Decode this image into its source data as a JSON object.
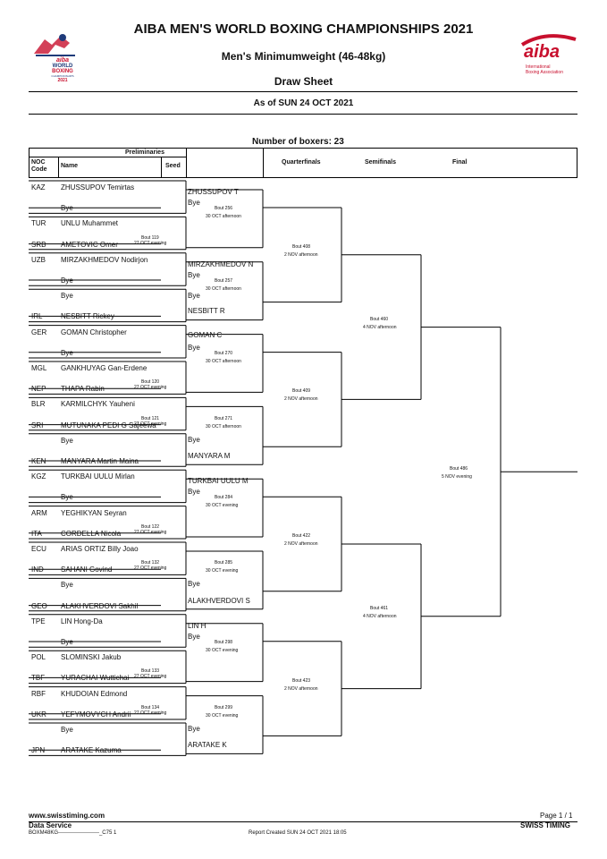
{
  "header": {
    "title": "AIBA MEN'S WORLD BOXING CHAMPIONSHIPS 2021",
    "subtitle": "Men's Minimumweight (46-48kg)",
    "sheet": "Draw Sheet",
    "as_of": "As of SUN 24 OCT 2021",
    "event_logo": {
      "line1": "aiba",
      "line2": "WORLD",
      "line3": "BOXING",
      "line4": "CHAMPIONSHIPS",
      "line5": "2021"
    },
    "aiba_logo": {
      "word": "aiba",
      "line1": "International",
      "line2": "Boxing Association"
    }
  },
  "summary": {
    "number_of_boxers": "Number of boxers: 23"
  },
  "columns": {
    "preliminaries": "Preliminaries",
    "noc_code": "NOC Code",
    "name": "Name",
    "seed": "Seed",
    "quarterfinals": "Quarterfinals",
    "semifinals": "Semifinals",
    "final": "Final"
  },
  "entries": [
    {
      "noc": "KAZ",
      "name": "ZHUSSUPOV Temirtas"
    },
    {
      "noc": "",
      "name": "Bye"
    },
    {
      "noc": "TUR",
      "name": "UNLU Muhammet"
    },
    {
      "noc": "SRB",
      "name": "AMETOVIC Omer"
    },
    {
      "noc": "UZB",
      "name": "MIRZAKHMEDOV Nodirjon"
    },
    {
      "noc": "",
      "name": "Bye"
    },
    {
      "noc": "",
      "name": "Bye"
    },
    {
      "noc": "IRL",
      "name": "NESBITT Rickey"
    },
    {
      "noc": "GER",
      "name": "GOMAN Christopher"
    },
    {
      "noc": "",
      "name": "Bye"
    },
    {
      "noc": "MGL",
      "name": "GANKHUYAG Gan-Erdene"
    },
    {
      "noc": "NEP",
      "name": "THAPA Rabin"
    },
    {
      "noc": "BLR",
      "name": "KARMILCHYK Yauheni"
    },
    {
      "noc": "SRI",
      "name": "MUTUNAKA PEDI G Sajeewa"
    },
    {
      "noc": "",
      "name": "Bye"
    },
    {
      "noc": "KEN",
      "name": "MANYARA Martin Maina"
    },
    {
      "noc": "KGZ",
      "name": "TURKBAI UULU Mirlan"
    },
    {
      "noc": "",
      "name": "Bye"
    },
    {
      "noc": "ARM",
      "name": "YEGHIKYAN Seyran"
    },
    {
      "noc": "ITA",
      "name": "CORDELLA Nicola"
    },
    {
      "noc": "ECU",
      "name": "ARIAS ORTIZ Billy Joao"
    },
    {
      "noc": "IND",
      "name": "SAHANI Govind"
    },
    {
      "noc": "",
      "name": "Bye"
    },
    {
      "noc": "GEO",
      "name": "ALAKHVERDOVI Sakhil"
    },
    {
      "noc": "TPE",
      "name": "LIN Hong-Da"
    },
    {
      "noc": "",
      "name": "Bye"
    },
    {
      "noc": "POL",
      "name": "SLOMINSKI Jakub"
    },
    {
      "noc": "TBF",
      "name": "YURACHAI Wuttichai"
    },
    {
      "noc": "RBF",
      "name": "KHUDOIAN Edmond"
    },
    {
      "noc": "UKR",
      "name": "YEFYMOVYCH Andrii"
    },
    {
      "noc": "",
      "name": "Bye"
    },
    {
      "noc": "JPN",
      "name": "ARATAKE Kazuma"
    }
  ],
  "prelim_bouts": [
    {
      "bout": "Bout 119",
      "time": "27 OCT evening"
    },
    {
      "bout": "Bout 120",
      "time": "27 OCT evening"
    },
    {
      "bout": "Bout 121",
      "time": "27 OCT evening"
    },
    {
      "bout": "Bout 122",
      "time": "27 OCT evening"
    },
    {
      "bout": "Bout 132",
      "time": "27 OCT evening"
    },
    {
      "bout": "Bout 133",
      "time": "27 OCT evening"
    },
    {
      "bout": "Bout 134",
      "time": "27 OCT evening"
    }
  ],
  "r16": [
    {
      "top": "ZHUSSUPOV T",
      "bottom": "Bye",
      "bout": "Bout 256",
      "time": "30 OCT afternoon"
    },
    {
      "top": "MIRZAKHMEDOV N",
      "bottom": "Bye",
      "bout": "Bout 257",
      "time": "30 OCT afternoon"
    },
    {
      "top": "Bye",
      "bottom": "NESBITT R",
      "bout": "",
      "time": ""
    },
    {
      "top": "GOMAN C",
      "bottom": "Bye",
      "bout": "Bout 270",
      "time": "30 OCT afternoon"
    },
    {
      "top": "Bye",
      "bottom": "MANYARA M",
      "bout": "Bout 271",
      "time": "30 OCT afternoon"
    },
    {
      "top": "TURKBAI UULU M",
      "bottom": "Bye",
      "bout": "Bout 284",
      "time": "30 OCT evening"
    },
    {
      "top": "Bye",
      "bottom": "ALAKHVERDOVI S",
      "bout": "Bout 285",
      "time": "30 OCT evening"
    },
    {
      "top": "LIN H",
      "bottom": "Bye",
      "bout": "Bout 298",
      "time": "30 OCT evening"
    },
    {
      "top": "Bye",
      "bottom": "ARATAKE K",
      "bout": "Bout 299",
      "time": "30 OCT evening"
    }
  ],
  "qf": [
    {
      "bout": "Bout 408",
      "time": "2 NOV afternoon"
    },
    {
      "bout": "Bout 409",
      "time": "2 NOV afternoon"
    },
    {
      "bout": "Bout 422",
      "time": "2 NOV afternoon"
    },
    {
      "bout": "Bout 423",
      "time": "2 NOV afternoon"
    }
  ],
  "sf": [
    {
      "bout": "Bout 460",
      "time": "4 NOV afternoon"
    },
    {
      "bout": "Bout 461",
      "time": "4 NOV afternoon"
    }
  ],
  "final": {
    "bout": "Bout 486",
    "time": "5 NOV evening"
  },
  "footer": {
    "website": "www.swisstiming.com",
    "data_service": "Data Service",
    "code": "BOXM48KG-----------------------_C75 1",
    "report": "Report Created  SUN 24 OCT 2021 18:05",
    "page": "Page 1 / 1",
    "brand": "SWISS TIMING"
  }
}
